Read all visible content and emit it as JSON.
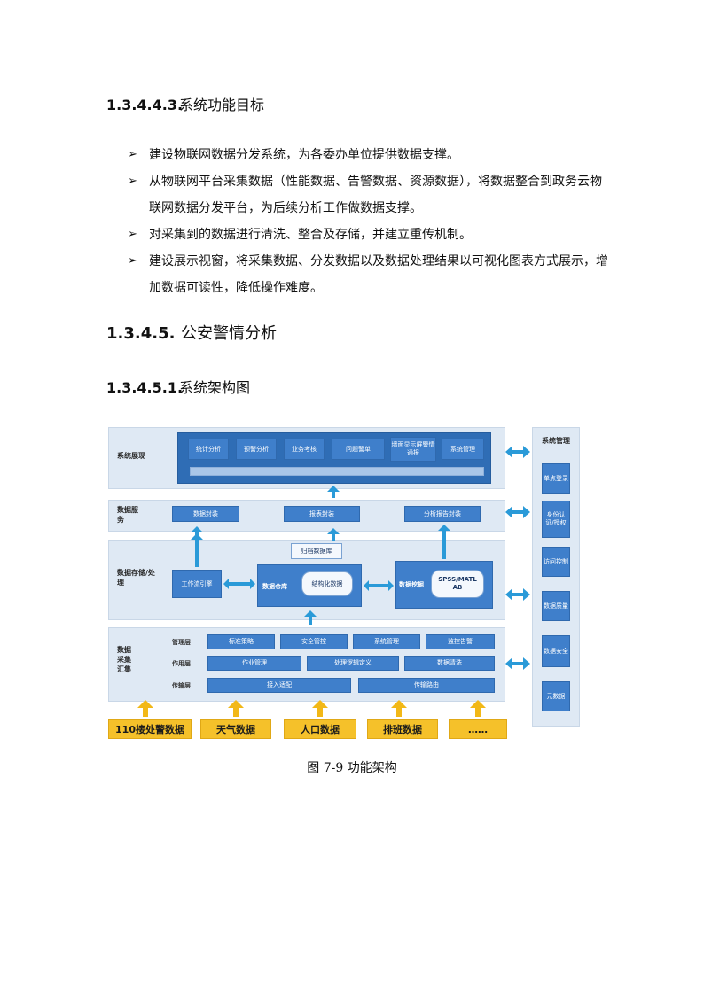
{
  "sections": {
    "s1": {
      "number": "1.3.4.4.3.",
      "title": "系统功能目标"
    },
    "s2": {
      "number": "1.3.4.5.",
      "title": "公安警情分析"
    },
    "s3": {
      "number": "1.3.4.5.1.",
      "title": "系统架构图"
    }
  },
  "bullet_marker": "➢",
  "bullets": [
    "建设物联网数据分发系统，为各委办单位提供数据支撑。",
    "从物联网平台采集数据（性能数据、告警数据、资源数据），将数据整合到政务云物联网数据分发平台，为后续分析工作做数据支撑。",
    "对采集到的数据进行清洗、整合及存储，并建立重传机制。",
    "建设展示视窗，将采集数据、分发数据以及数据处理结果以可视化图表方式展示，增加数据可读性，降低操作难度。"
  ],
  "diagram": {
    "layers": {
      "presentation": "系统展现",
      "service": "数据服务",
      "storage": "数据存储/处理",
      "collection": "数据采集汇集"
    },
    "presentation_items": [
      "统计分析",
      "预警分析",
      "业务考核",
      "问题警单",
      "墙面显示屏警情通报",
      "系统管理"
    ],
    "service_items": [
      "数据封装",
      "报表封装",
      "分析报告封装"
    ],
    "storage_items": {
      "engine": "工作流引擎",
      "warehouse": "数据仓库",
      "structured": "结构化数据",
      "archive": "归档数据库",
      "mining": "数据挖掘",
      "spss": "SPSS/MATLAB"
    },
    "collection_rows": {
      "mgmt_label": "管理层",
      "mgmt_items": [
        "标准策略",
        "安全管控",
        "系统管理",
        "监控告警"
      ],
      "func_label": "作用层",
      "func_items": [
        "作业管理",
        "处理逻辑定义",
        "数据清洗"
      ],
      "trans_label": "传输层",
      "trans_items": [
        "接入适配",
        "传输路由"
      ]
    },
    "side": {
      "title": "系统管理",
      "items": [
        "单点登录",
        "身份认证/授权",
        "访问控制",
        "数据质量",
        "数据安全",
        "元数据"
      ]
    },
    "sources": [
      "110接处警数据",
      "天气数据",
      "人口数据",
      "排班数据",
      "……"
    ],
    "colors": {
      "box": "#3f7fcb",
      "band": "#dfe9f4",
      "arrow": "#2a9ad8",
      "source": "#f5c12a",
      "source_arrow": "#f2b817"
    }
  },
  "caption": "图 7-9 功能架构"
}
